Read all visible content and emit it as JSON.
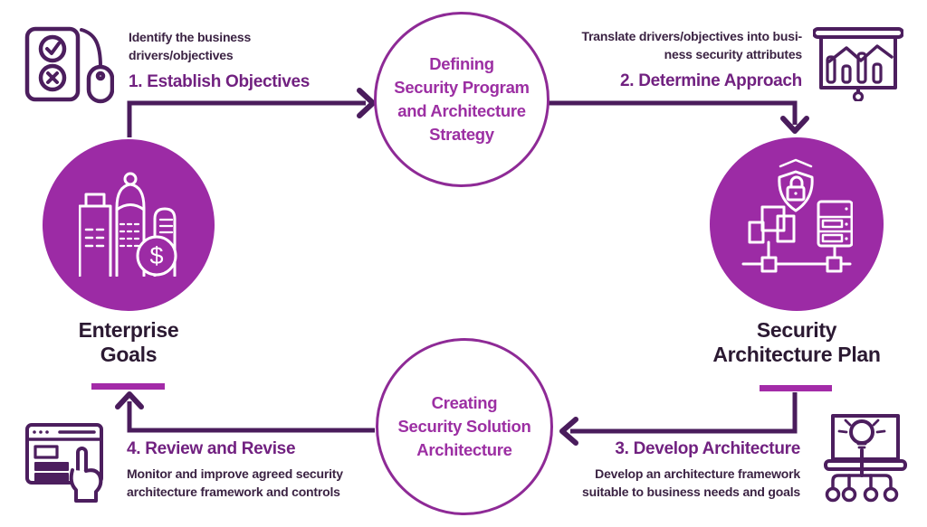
{
  "colors": {
    "node_fill": "#9C2BA5",
    "ring_stroke": "#8E2A96",
    "ring_text": "#9C2FA3",
    "step_title": "#712180",
    "description_text": "#3B2343",
    "node_label_text": "#2B1932",
    "arrow": "#4A1C5C",
    "icon_stroke": "#4C1E5E",
    "accent_bar": "#A32BA8",
    "icon_on_node": "#FFFFFF"
  },
  "nodes": {
    "enterprise_goals": {
      "label_line1": "Enterprise",
      "label_line2": "Goals",
      "coin_symbol": "$",
      "icon": "city-buildings-dollar-icon"
    },
    "security_architecture_plan": {
      "label_line1": "Security",
      "label_line2": "Architecture Plan",
      "icon": "shield-lock-server-icon"
    },
    "defining_strategy": {
      "lines": [
        "Defining",
        "Security Program",
        "and Architecture",
        "Strategy"
      ]
    },
    "creating_solution": {
      "lines": [
        "Creating",
        "Security Solution",
        "Architecture"
      ]
    }
  },
  "steps": [
    {
      "title": "1. Establish Objectives",
      "description": [
        "Identify the business",
        "drivers/objectives"
      ],
      "icon": "checklist-mouse-icon"
    },
    {
      "title": "2. Determine Approach",
      "description": [
        "Translate drivers/objectives into busi-",
        "ness security attributes"
      ],
      "icon": "presentation-chart-icon"
    },
    {
      "title": "3. Develop Architecture",
      "description": [
        "Develop an architecture framework",
        "suitable to business needs and goals"
      ],
      "icon": "laptop-idea-network-icon"
    },
    {
      "title": "4. Review and Revise",
      "description": [
        "Monitor and improve agreed security",
        "architecture framework and controls"
      ],
      "icon": "browser-hand-icon"
    }
  ]
}
